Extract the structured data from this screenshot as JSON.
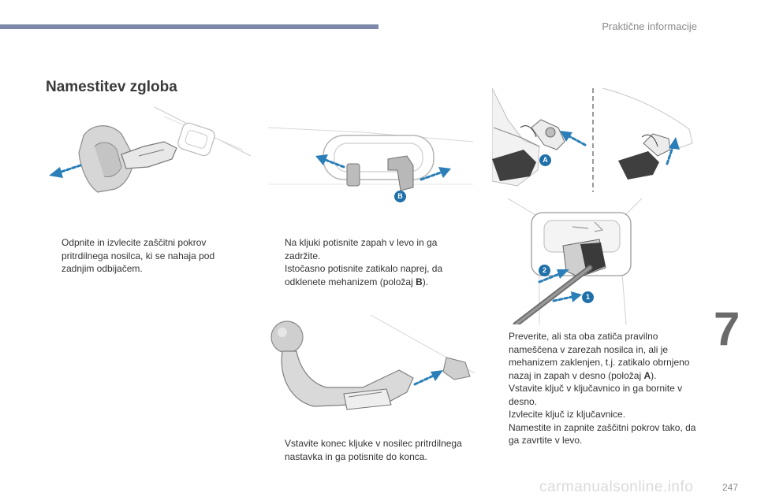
{
  "header": {
    "section": "Praktične informacije"
  },
  "title": "Namestitev zgloba",
  "chapter": "7",
  "page_number": "247",
  "watermark": "carmanualsonline.info",
  "bullet_marker": "",
  "figures": {
    "label_a": "A",
    "label_b": "B",
    "label_1": "1",
    "label_2": "2"
  },
  "col1": {
    "items": [
      "Odpnite in izvlecite zaščitni pokrov pritrdilnega nosilca, ki se nahaja pod zadnjim odbijačem."
    ]
  },
  "col2": {
    "item1": "Na kljuki potisnite zapah v levo in ga zadržite.",
    "item2_before": "Istočasno potisnite zatikalo naprej, da odklenete mehanizem (položaj ",
    "item2_bold": "B",
    "item2_after": ")."
  },
  "col2b": {
    "items": [
      "Vstavite konec kljuke v nosilec pritrdilnega nastavka in ga potisnite do konca."
    ]
  },
  "col3": {
    "item1_before": "Preverite, ali sta oba zatiča pravilno nameščena v zarezah nosilca in, ali je mehanizem zaklenjen, t.j. zatikalo obrnjeno nazaj in zapah v desno (položaj ",
    "item1_bold": "A",
    "item1_after": ").",
    "item2": "Vstavite ključ v ključavnico in ga bornite v desno.",
    "item3": "Izvlecite ključ iz ključavnice.",
    "item4": "Namestite in zapnite zaščitni pokrov tako, da ga zavrtite v levo."
  },
  "colors": {
    "accent_bar": "#7b88a8",
    "arrow": "#2b7fb8",
    "badge": "#1f6fa8"
  }
}
